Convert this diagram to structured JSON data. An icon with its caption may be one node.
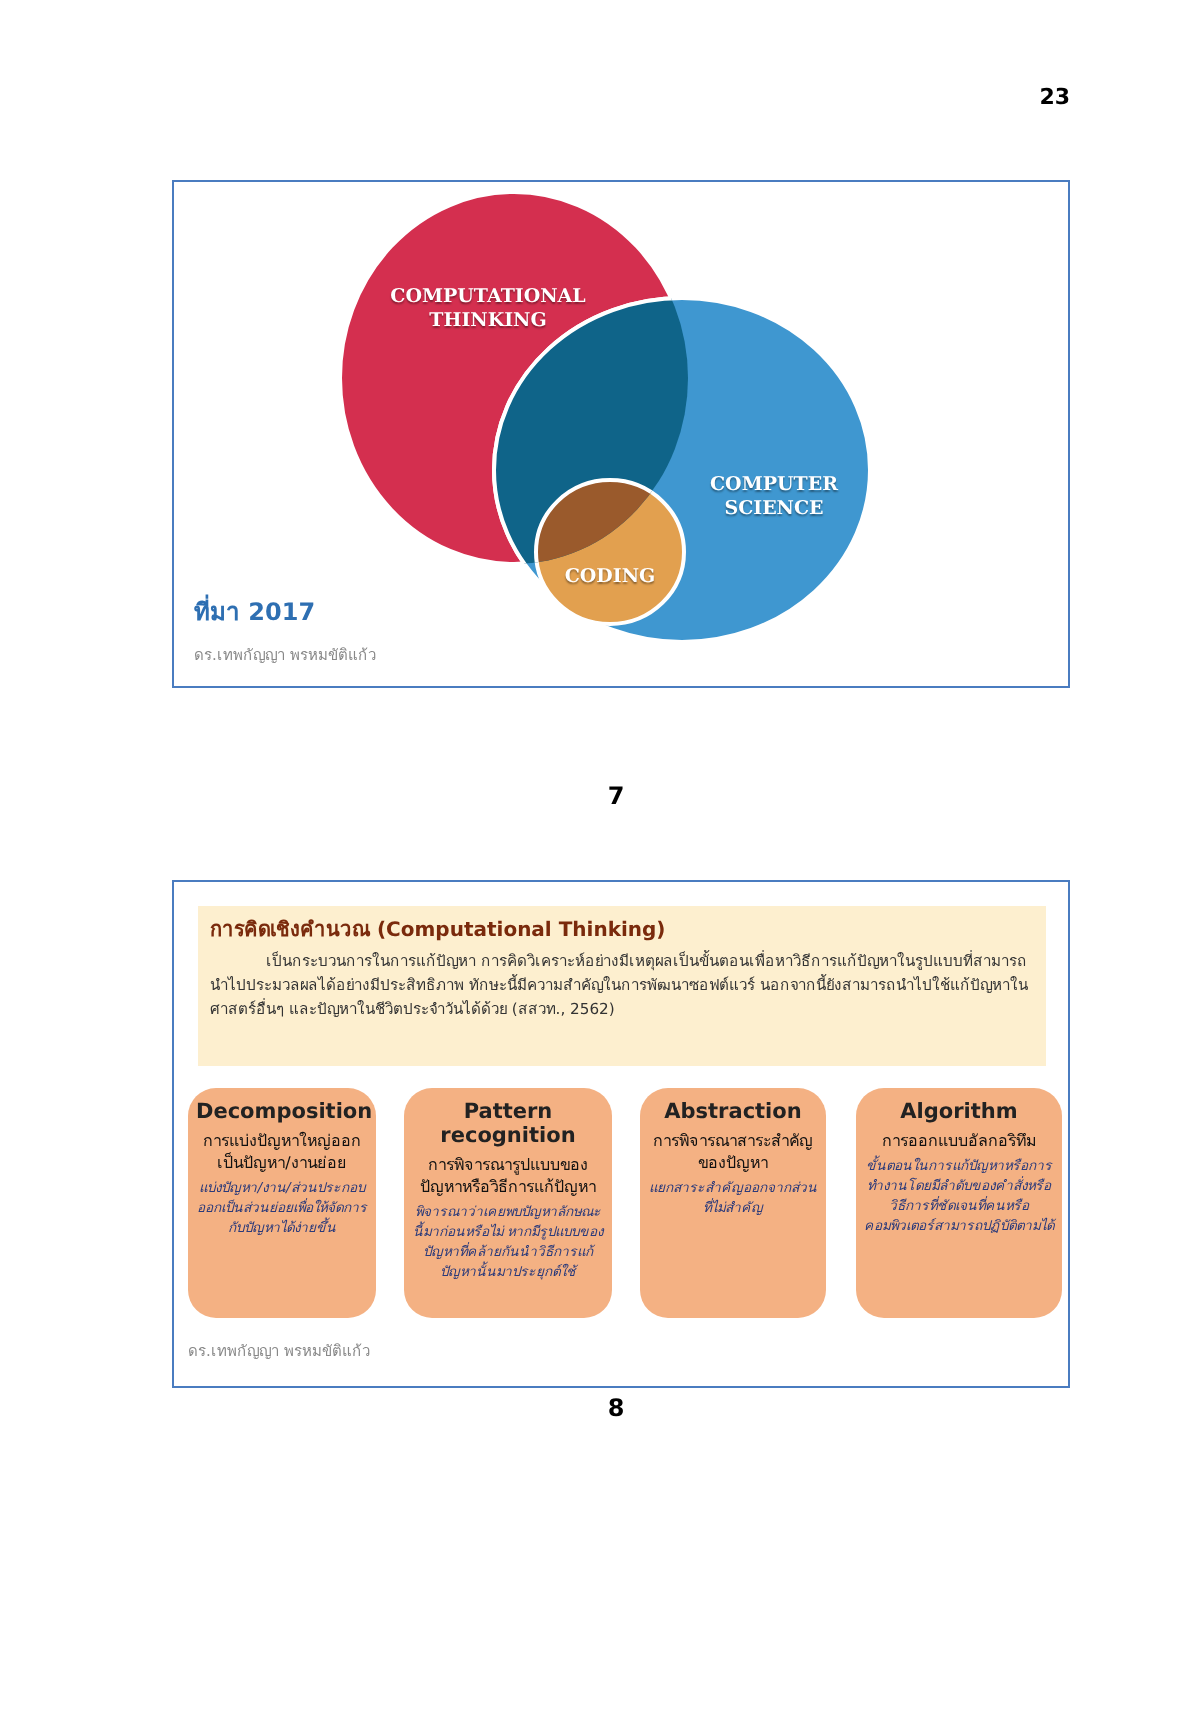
{
  "diagram": {
    "nodes": [
      {
        "text": [
          "COMPUTATIONAL THINKING"
        ]
      },
      {
        "text": [
          "COMPUTER SCIENCE"
        ]
      },
      {
        "text": [
          "CODING"
        ],
        "in": 1
      },
      {
        "text": [
          "การคิดเชิงคำนวณ (Computational Thinking)",
          "เป็นกระบวนการในการแก้ปัญหา การคิดวิเคราะห์อย่างมีเหตุผลเป็นขั้นตอนเพื่อหาวิธีการแก้ปัญหาในรูปแบบที่สามารถนำไปประมวลผลได้อย่างมีประสิทธิภาพ ทักษะนี้มีความสำคัญในการพัฒนาซอฟต์แวร์ นอกจากนี้ยังสามารถนำไปใช้แก้ปัญหาในศาสตร์อื่นๆ และปัญหาในชีวิตประจำวันได้ด้วย (สสวท., 2562)"
        ]
      },
      {
        "text": [
          "Decomposition",
          "การแบ่งปัญหาใหญ่ออกเป็นปัญหา/งานย่อย",
          "แบ่งปัญหา/งาน/ส่วนประกอบออกเป็นส่วนย่อยเพื่อให้จัดการกับปัญหาได้ง่ายขึ้น"
        ]
      },
      {
        "text": [
          "Pattern recognition",
          "การพิจารณารูปแบบของปัญหาหรือวิธีการแก้ปัญหา",
          "พิจารณาว่าเคยพบปัญหาลักษณะนี้มาก่อนหรือไม่ หากมีรูปแบบของปัญหาที่คล้ายกันนำวิธีการแก้ปัญหานั้นมาประยุกต์ใช้"
        ]
      },
      {
        "text": [
          "Abstraction",
          "การพิจารณาสาระสำคัญของปัญหา",
          "แยกสาระสำคัญออกจากส่วนที่ไม่สำคัญ"
        ]
      },
      {
        "text": [
          "Algorithm",
          "การออกแบบอัลกอริทึม",
          "ขั้นตอนในการแก้ปัญหาหรือการทำงานโดยมีลำดับของคำสั่งหรือวิธีการที่ชัดเจนที่คนหรือคอมพิวเตอร์สามารถปฏิบัติตามได้"
        ]
      }
    ],
    "edges": [],
    "labels": [
      "23",
      "ที่มา 2017",
      "ดร.เทพกัญญา พรหมขัติแก้ว",
      "7",
      "ดร.เทพกัญญา พรหมขัติแก้ว",
      "8"
    ]
  }
}
